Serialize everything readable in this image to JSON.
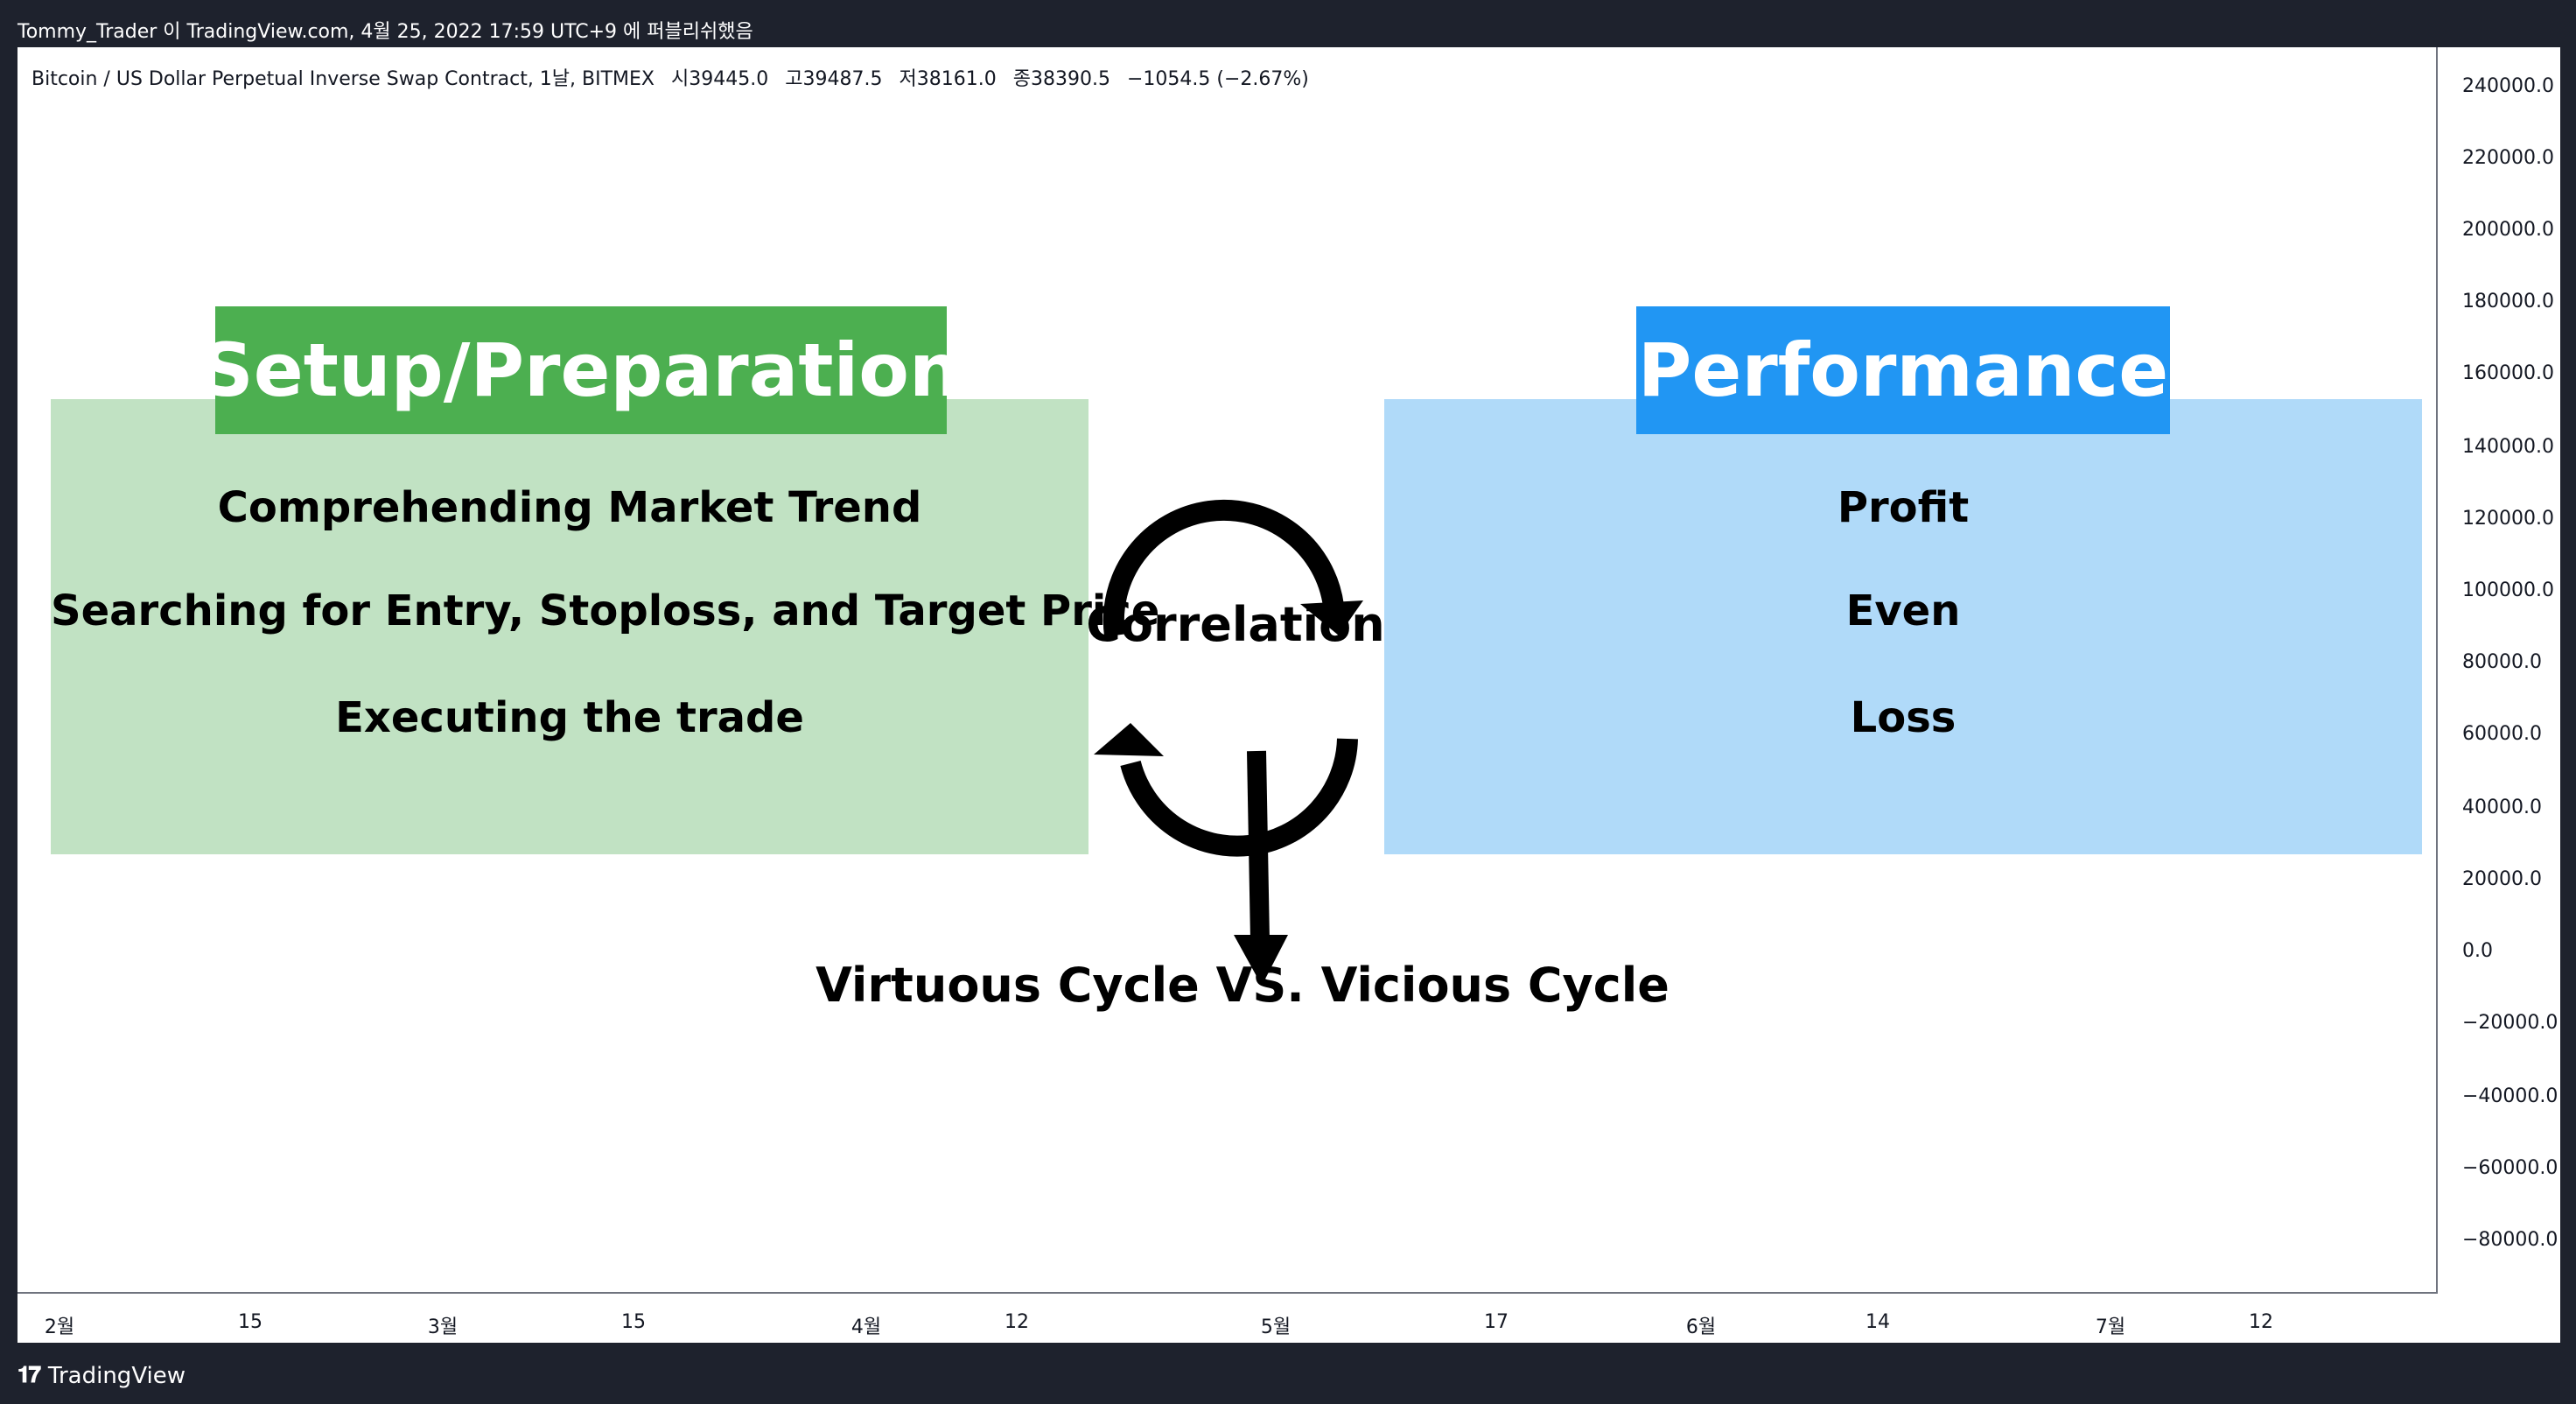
{
  "header": {
    "publish_info": "Tommy_Trader 이 TradingView.com, 4월 25, 2022 17:59 UTC+9 에 퍼블리쉬했음"
  },
  "legend": {
    "symbol": "Bitcoin / US Dollar Perpetual Inverse Swap Contract, 1날, BITMEX",
    "open_label": "시",
    "open": "39445.0",
    "high_label": "고",
    "high": "39487.5",
    "low_label": "저",
    "low": "38161.0",
    "close_label": "종",
    "close": "38390.5",
    "change": "−1054.5 (−2.67%)"
  },
  "price_axis": [
    "240000.0",
    "220000.0",
    "200000.0",
    "180000.0",
    "160000.0",
    "140000.0",
    "120000.0",
    "100000.0",
    "80000.0",
    "60000.0",
    "40000.0",
    "20000.0",
    "0.0",
    "−20000.0",
    "−40000.0",
    "−60000.0",
    "−80000.0"
  ],
  "time_axis": [
    "2월",
    "15",
    "3월",
    "15",
    "4월",
    "12",
    "5월",
    "17",
    "6월",
    "14",
    "7월",
    "12"
  ],
  "left_panel": {
    "title": "Setup/Preparation",
    "items": [
      "Comprehending Market Trend",
      "Searching for Entry, Stoploss, and Target Price",
      "Executing the trade"
    ],
    "title_color": "#4caf50",
    "bg_color": "#c1e2c3"
  },
  "right_panel": {
    "title": "Performance",
    "items": [
      "Profit",
      "Even",
      "Loss"
    ],
    "title_color": "#2196f3",
    "bg_color": "#b0daf9"
  },
  "center": {
    "label": "Correlation",
    "outcome": "Virtuous Cycle VS. Vicious Cycle"
  },
  "footer": {
    "brand": "TradingView"
  }
}
